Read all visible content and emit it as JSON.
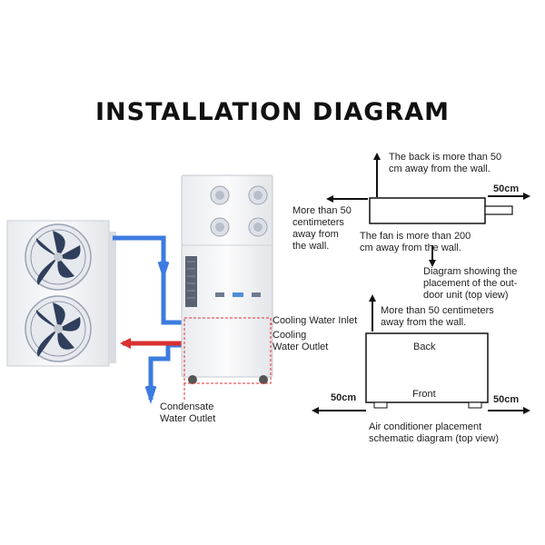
{
  "title": "INSTALLATION DIAGRAM",
  "left_labels": {
    "cooling_water_inlet": "Cooling Water Inlet",
    "cooling_water_outlet_1": "Cooling",
    "cooling_water_outlet_2": "Water Outlet",
    "condensate_1": "Condensate",
    "condensate_2": "Water Outlet"
  },
  "outdoor_view": {
    "back_note_1": "The back is more than 50",
    "back_note_2": "cm away from the wall.",
    "side_dist": "50cm",
    "left_note_1": "More than 50",
    "left_note_2": "centimeters",
    "left_note_3": "away from",
    "left_note_4": "the wall.",
    "fan_note_1": "The fan is more than 200",
    "fan_note_2": "cm away from the wall.",
    "caption_1": "Diagram showing the",
    "caption_2": "placement of the out-",
    "caption_3": "door unit (top view)"
  },
  "ac_view": {
    "top_note_1": "More than 50 centimeters",
    "top_note_2": "away from the wall.",
    "back": "Back",
    "front": "Front",
    "left_dist": "50cm",
    "right_dist": "50cm",
    "caption_1": "Air conditioner placement",
    "caption_2": "schematic diagram (top view)"
  },
  "colors": {
    "pipe_blue": "#3c7be0",
    "pipe_red": "#d93030",
    "dashed_red": "#e03030",
    "unit_white": "#f4f5f7",
    "fan_dark": "#2f3f5c"
  },
  "icons": [
    "fan-icon",
    "arrow-icon"
  ]
}
